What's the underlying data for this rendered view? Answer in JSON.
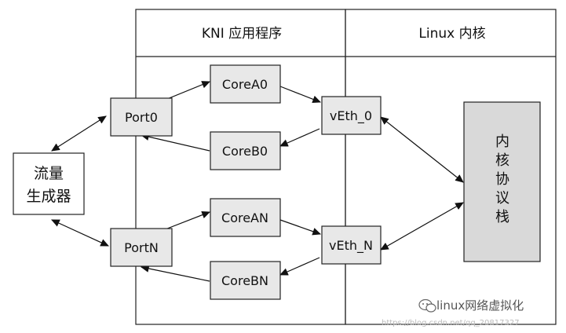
{
  "panels": {
    "app_title": "KNI 应用程序",
    "kernel_title": "Linux 内核"
  },
  "nodes": {
    "traffic_gen": [
      "流量",
      "生成器"
    ],
    "port0": "Port0",
    "portN": "PortN",
    "coreA0": "CoreA0",
    "coreB0": "CoreB0",
    "coreAN": "CoreAN",
    "coreBN": "CoreBN",
    "veth0": "vEth_0",
    "vethN": "vEth_N",
    "stack": [
      "内",
      "核",
      "协",
      "议",
      "栈"
    ]
  },
  "watermark": {
    "brand": "linux网络虚拟化",
    "url": "https://blog.csdn.net/qq_20817327"
  },
  "colors": {
    "box_fill": "#e8e8e8",
    "stack_fill": "#d9d9d9",
    "line": "#111111"
  }
}
